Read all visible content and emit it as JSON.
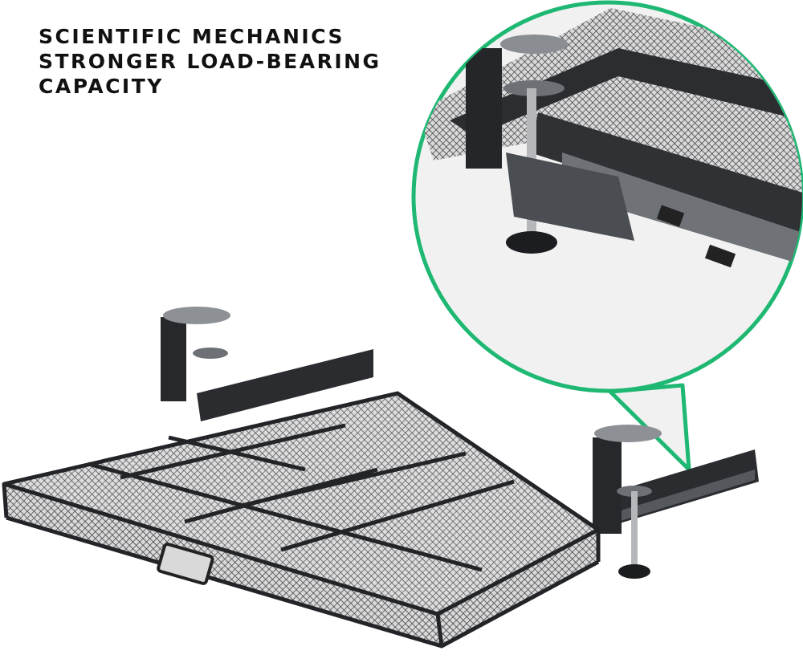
{
  "headline": {
    "lines": [
      "SCIENTIFIC MECHANICS",
      "STRONGER LOAD-BEARING",
      "CAPACITY"
    ]
  },
  "colors": {
    "accent": "#1fb873",
    "metal": "#2a2c30",
    "callout_bg": "#f1f1f1"
  },
  "icons": [
    "under-desk-drawer-illustration",
    "clamp-detail-callout"
  ]
}
